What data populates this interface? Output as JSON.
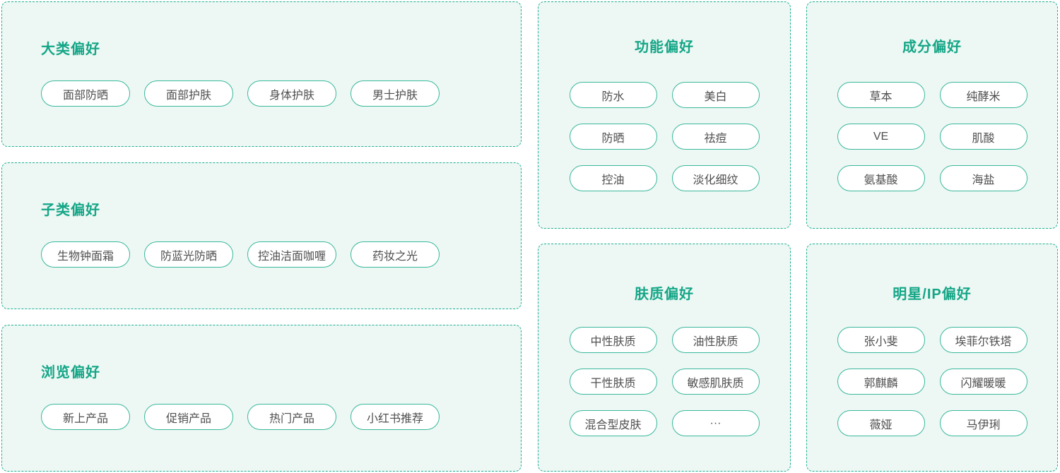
{
  "colors": {
    "accent_title": "#14a687",
    "panel_border": "#1fb096",
    "panel_background": "#edf7f3",
    "pill_border": "#3ab89c",
    "pill_background": "#ffffff",
    "pill_text": "#4f4f4f",
    "page_background": "#ffffff"
  },
  "panels": [
    {
      "title": "大类偏好",
      "pills": [
        "面部防晒",
        "面部护肤",
        "身体护肤",
        "男士护肤"
      ]
    },
    {
      "title": "子类偏好",
      "pills": [
        "生物钟面霜",
        "防蓝光防晒",
        "控油洁面咖喱",
        "药妆之光"
      ]
    },
    {
      "title": "浏览偏好",
      "pills": [
        "新上产品",
        "促销产品",
        "热门产品",
        "小红书推荐"
      ]
    },
    {
      "title": "功能偏好",
      "pills": [
        "防水",
        "美白",
        "防晒",
        "祛痘",
        "控油",
        "淡化细纹"
      ]
    },
    {
      "title": "肤质偏好",
      "pills": [
        "中性肤质",
        "油性肤质",
        "干性肤质",
        "敏感肌肤质",
        "混合型皮肤",
        "···"
      ]
    },
    {
      "title": "成分偏好",
      "pills": [
        "草本",
        "纯酵米",
        "VE",
        "肌酸",
        "氨基酸",
        "海盐"
      ]
    },
    {
      "title": "明星/IP偏好",
      "pills": [
        "张小斐",
        "埃菲尔铁塔",
        "郭麒麟",
        "闪耀暖暖",
        "薇娅",
        "马伊琍"
      ]
    }
  ]
}
